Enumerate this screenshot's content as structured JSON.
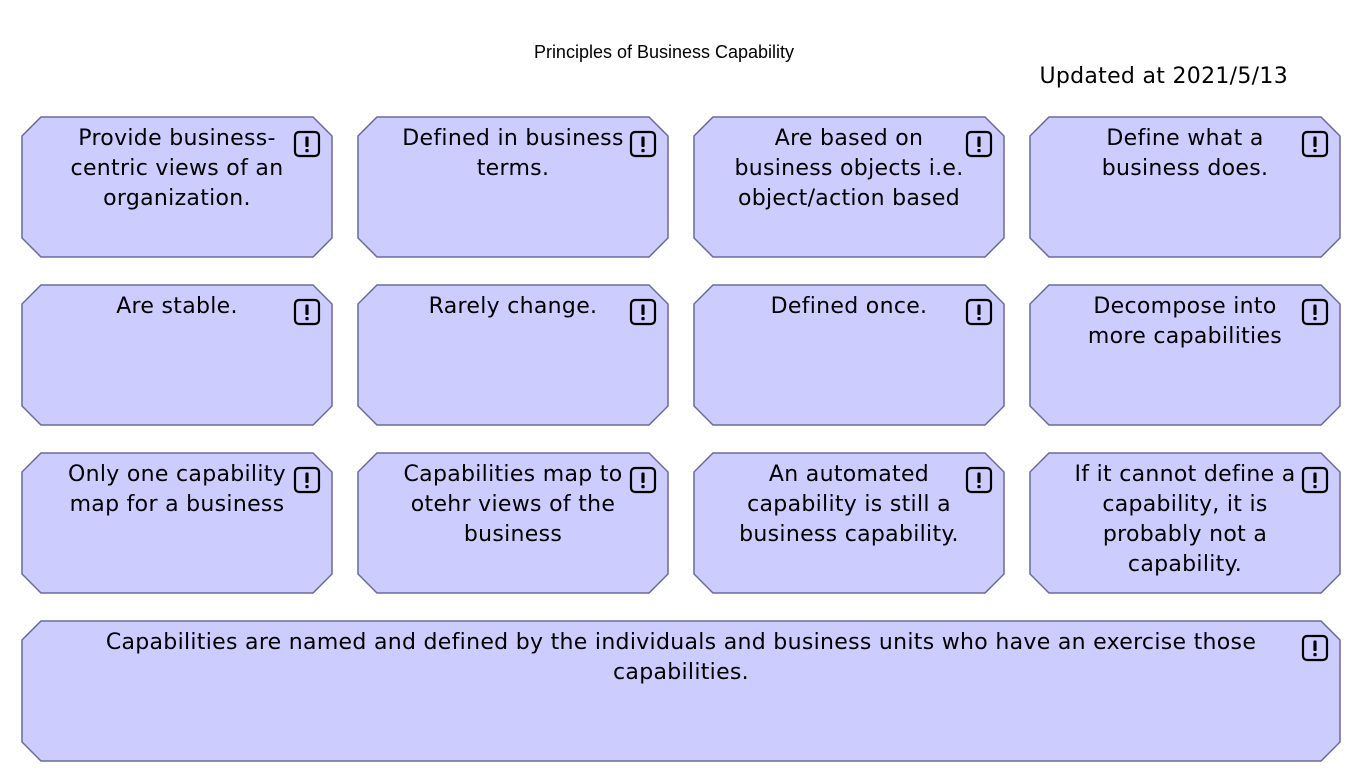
{
  "title": "Principles of Business Capability",
  "updated": "Updated at 2021/5/13",
  "card_fill": "#ccccff",
  "card_stroke": "#6a6a9a",
  "icon": "exclamation-icon",
  "principles": [
    "Provide business-centric views of an organization.",
    "Defined in business terms.",
    "Are based on business objects i.e. object/action based",
    "Define what a business does.",
    "Are stable.",
    "Rarely change.",
    "Defined once.",
    "Decompose into more capabilities",
    "Only one capability map for a business",
    "Capabilities map to otehr views of the business",
    "An automated capability is still a business capability.",
    "If it cannot define a capability, it is probably not a capability.",
    "Capabilities are named and defined by the individuals and business units who have an exercise those capabilities."
  ]
}
